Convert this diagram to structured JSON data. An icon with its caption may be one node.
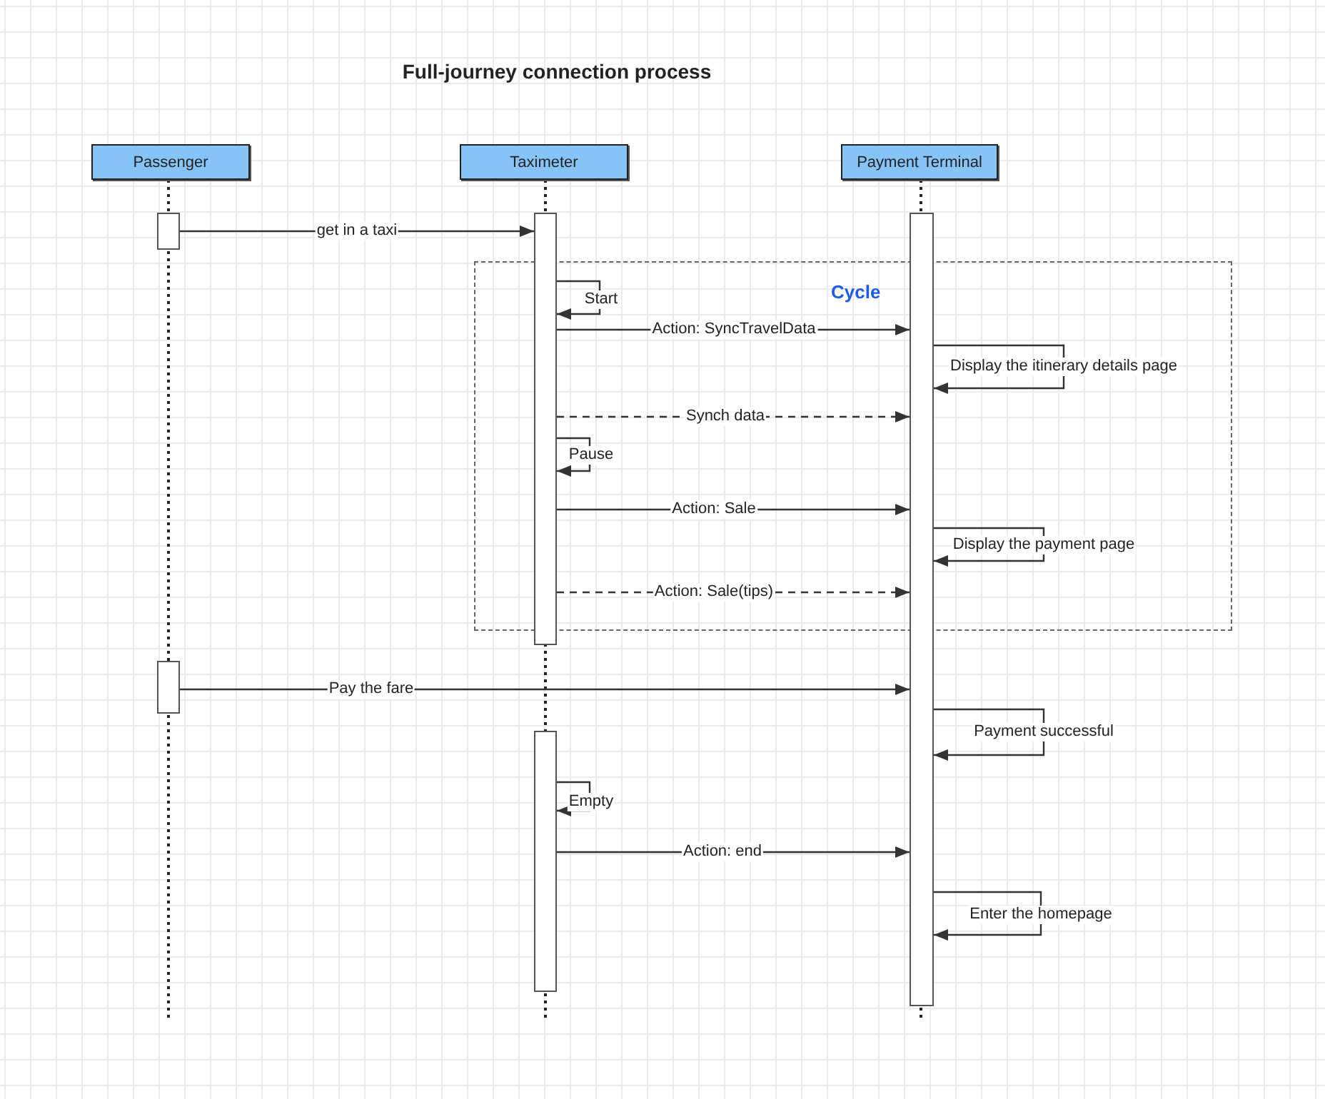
{
  "diagram": {
    "title": "Full-journey connection process",
    "nodes": [
      {
        "text": [
          "Passenger"
        ]
      },
      {
        "text": [
          "Taximeter"
        ]
      },
      {
        "text": [
          "Payment Terminal"
        ]
      },
      {
        "text": [],
        "shape": "bar"
      },
      {
        "text": [],
        "shape": "bar"
      },
      {
        "text": [],
        "shape": "bar"
      },
      {
        "text": [],
        "shape": "bar"
      },
      {
        "text": [],
        "shape": "bar"
      }
    ],
    "labels": [
      "Cycle"
    ],
    "edges": [
      {
        "from": 3,
        "to": 4,
        "arrow": "to",
        "label": "get in a taxi"
      },
      {
        "from": 4,
        "to": 4,
        "arrow": "to",
        "label": "Start"
      },
      {
        "from": 4,
        "to": 5,
        "arrow": "to",
        "label": "Action: SyncTravelData"
      },
      {
        "from": 5,
        "to": 5,
        "arrow": "to",
        "label": "Display the itinerary details page"
      },
      {
        "from": 4,
        "to": 5,
        "arrow": "to",
        "label": "Synch data",
        "style": "dashed"
      },
      {
        "from": 4,
        "to": 4,
        "arrow": "to",
        "label": "Pause"
      },
      {
        "from": 4,
        "to": 5,
        "arrow": "to",
        "label": "Action: Sale"
      },
      {
        "from": 5,
        "to": 5,
        "arrow": "to",
        "label": "Display the payment page"
      },
      {
        "from": 4,
        "to": 5,
        "arrow": "to",
        "label": "Action: Sale(tips)",
        "style": "dashed"
      },
      {
        "from": 6,
        "to": 5,
        "arrow": "to",
        "label": "Pay the fare"
      },
      {
        "from": 5,
        "to": 5,
        "arrow": "to",
        "label": "Payment successful"
      },
      {
        "from": 7,
        "to": 7,
        "arrow": "to",
        "label": "Empty"
      },
      {
        "from": 7,
        "to": 5,
        "arrow": "to",
        "label": "Action: end"
      },
      {
        "from": 5,
        "to": 5,
        "arrow": "to",
        "label": "Enter the homepage"
      }
    ]
  }
}
